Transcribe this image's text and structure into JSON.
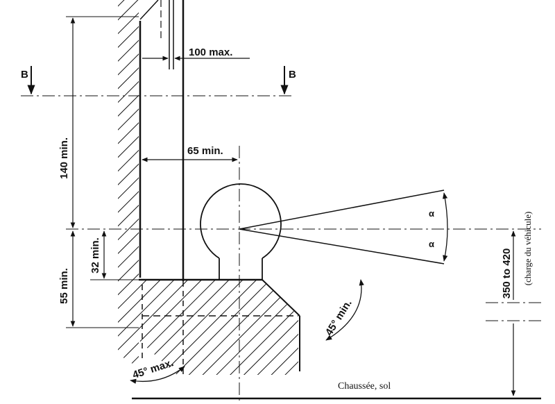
{
  "labels": {
    "width_max": "100 max.",
    "height_min": "140 min.",
    "offset_min": "65 min.",
    "low_min": "55 min.",
    "small_min": "32 min.",
    "section_left": "B",
    "section_right": "B",
    "alpha_top": "α",
    "alpha_bottom": "α",
    "angle_right": "45° min.",
    "angle_left": "45° max.",
    "height_range": "350 to 420",
    "vehicle_load": "(charge du véhicule)",
    "ground": "Chaussée, sol"
  }
}
